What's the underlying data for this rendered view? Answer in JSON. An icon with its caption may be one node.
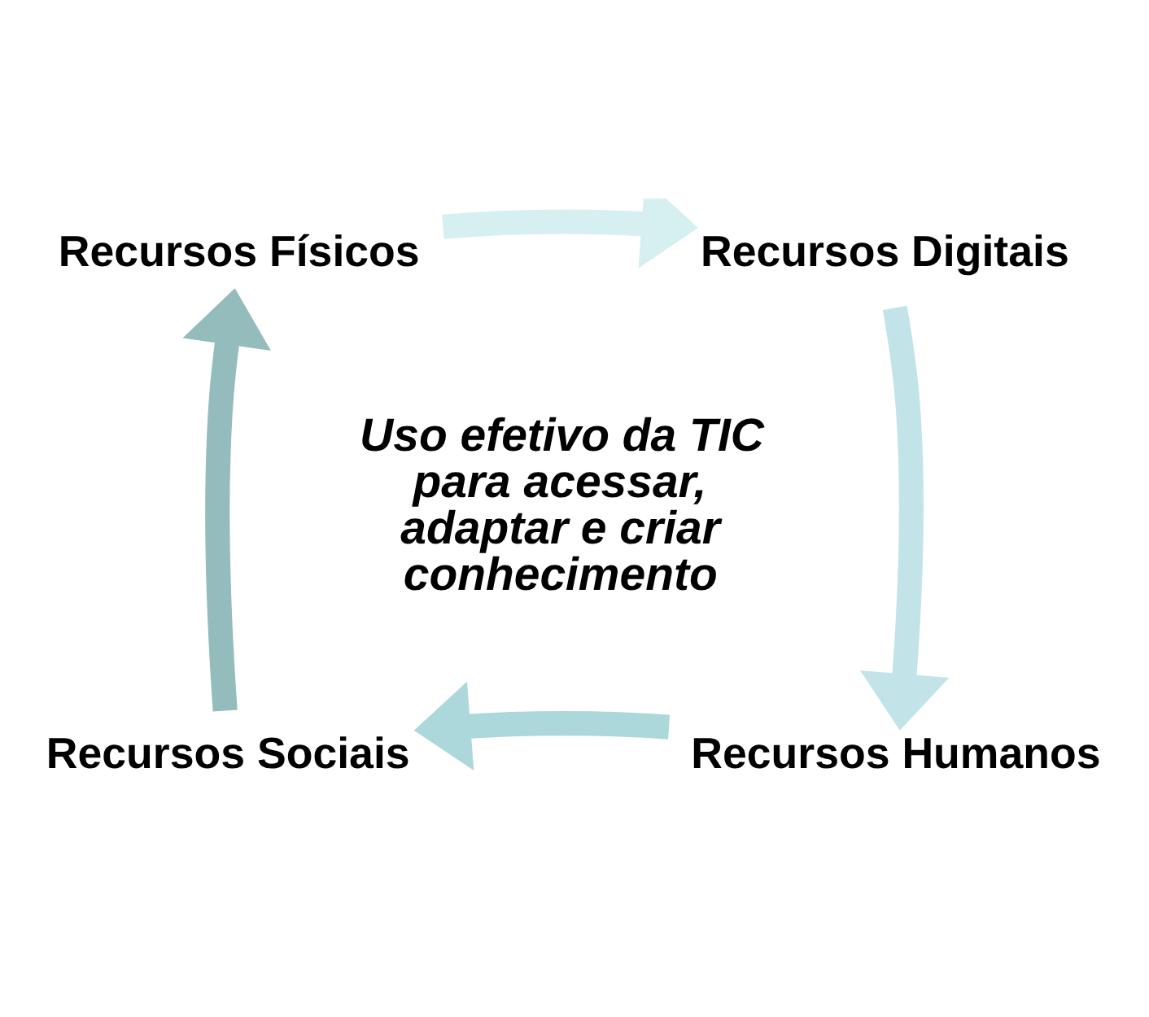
{
  "diagram": {
    "nodes": [
      {
        "text": [
          "Recursos Físicos"
        ]
      },
      {
        "text": [
          "Recursos Digitais"
        ]
      },
      {
        "text": [
          "Recursos Humanos"
        ]
      },
      {
        "text": [
          "Recursos Sociais"
        ]
      }
    ],
    "edges": [
      {
        "from": 0,
        "to": 1,
        "arrow": "to",
        "color": "#d6eff0"
      },
      {
        "from": 1,
        "to": 2,
        "arrow": "to",
        "color": "#c2e4e8"
      },
      {
        "from": 2,
        "to": 3,
        "arrow": "to",
        "color": "#acd8dc"
      },
      {
        "from": 3,
        "to": 0,
        "arrow": "to",
        "color": "#94bcbc"
      }
    ],
    "labels": [
      "Uso efetivo da TIC para acessar, adaptar e criar conhecimento"
    ]
  }
}
